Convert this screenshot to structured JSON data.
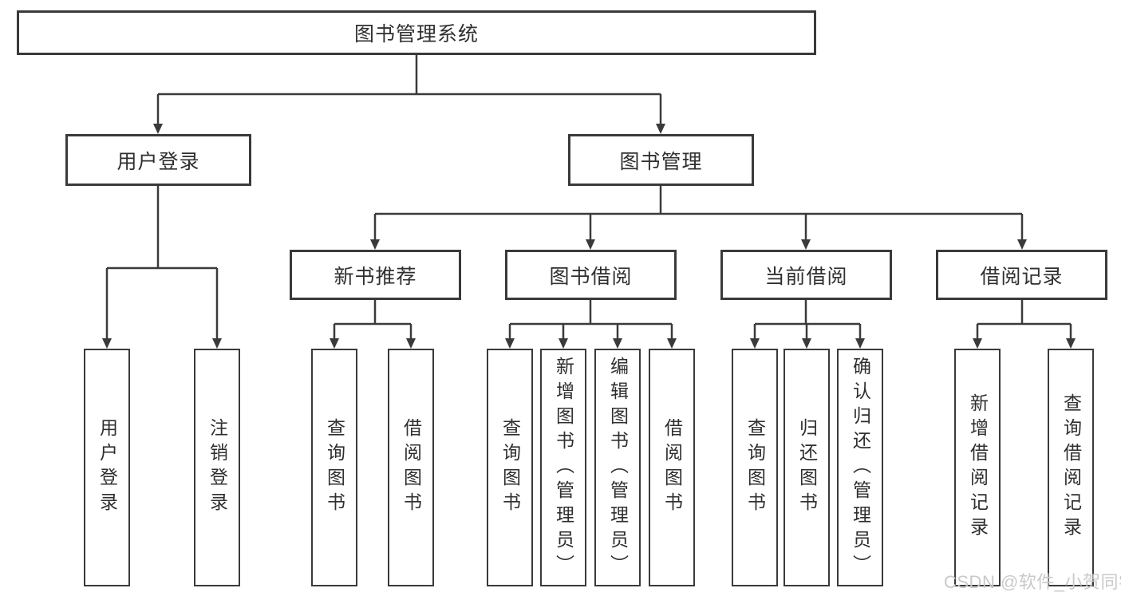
{
  "diagram": {
    "root": {
      "label": "图书管理系统"
    },
    "level2": [
      {
        "label": "用户登录"
      },
      {
        "label": "图书管理"
      }
    ],
    "level3": [
      {
        "label": "新书推荐"
      },
      {
        "label": "图书借阅"
      },
      {
        "label": "当前借阅"
      },
      {
        "label": "借阅记录"
      }
    ],
    "leaf_groups": [
      {
        "parent": "用户登录",
        "items": [
          "用户登录",
          "注销登录"
        ]
      },
      {
        "parent": "新书推荐",
        "items": [
          "查询图书",
          "借阅图书"
        ]
      },
      {
        "parent": "图书借阅",
        "items": [
          "查询图书",
          "新增图书（管理员）",
          "编辑图书（管理员）",
          "借阅图书"
        ]
      },
      {
        "parent": "当前借阅",
        "items": [
          "查询图书",
          "归还图书",
          "确认归还（管理员）"
        ]
      },
      {
        "parent": "借阅记录",
        "items": [
          "新增借阅记录",
          "查询借阅记录"
        ]
      }
    ]
  },
  "watermark": {
    "text": "CSDN @软件_小贺同学"
  },
  "colors": {
    "border": "#3a3a3a",
    "line": "#3a3a3a",
    "text": "#2f2f2f",
    "watermark": "#c9c9c9",
    "background": "#ffffff"
  }
}
